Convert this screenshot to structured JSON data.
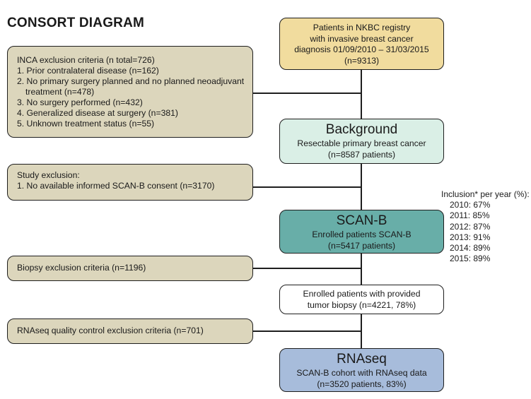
{
  "title": "CONSORT DIAGRAM",
  "registry": {
    "line1": "Patients in NKBC registry",
    "line2": "with invasive breast cancer",
    "line3": "diagnosis 01/09/2010 – 31/03/2015",
    "line4": "(n=9313)"
  },
  "inca": {
    "header": "INCA exclusion criteria (n total=726)",
    "items": [
      "1. Prior contralateral disease (n=162)",
      "2. No primary surgery planned and no planned neoadjuvant treatment (n=478)",
      "3. No surgery performed (n=432)",
      "4. Generalized disease at surgery (n=381)",
      "5. Unknown treatment status (n=55)"
    ]
  },
  "background": {
    "heading": "Background",
    "line1": "Resectable primary breast cancer",
    "line2": "(n=8587 patients)"
  },
  "study_exclusion": {
    "line1": "Study exclusion:",
    "line2": "1. No available informed SCAN-B consent (n=3170)"
  },
  "scanb": {
    "heading": "SCAN-B",
    "line1": "Enrolled patients SCAN-B",
    "line2": "(n=5417 patients)"
  },
  "inclusion": {
    "header": "Inclusion* per year (%):",
    "years": [
      "2010: 67%",
      "2011: 85%",
      "2012: 87%",
      "2013: 91%",
      "2014: 89%",
      "2015: 89%"
    ]
  },
  "biopsy_exclusion": {
    "text": "Biopsy exclusion criteria (n=1196)"
  },
  "enrolled_biopsy": {
    "line1": "Enrolled patients with provided",
    "line2": "tumor biopsy (n=4221, 78%)"
  },
  "rnaseq_exclusion": {
    "text": "RNAseq quality control exclusion criteria (n=701)"
  },
  "rnaseq": {
    "heading": "RNAseq",
    "line1": "SCAN-B cohort with RNAseq data",
    "line2": "(n=3520 patients, 83%)"
  },
  "colors": {
    "registry": "#f1dc9e",
    "exclusion": "#dcd6bc",
    "background": "#daefe6",
    "scanb": "#68aea8",
    "biopsy": "#ffffff",
    "rnaseq": "#a7bcdb"
  }
}
